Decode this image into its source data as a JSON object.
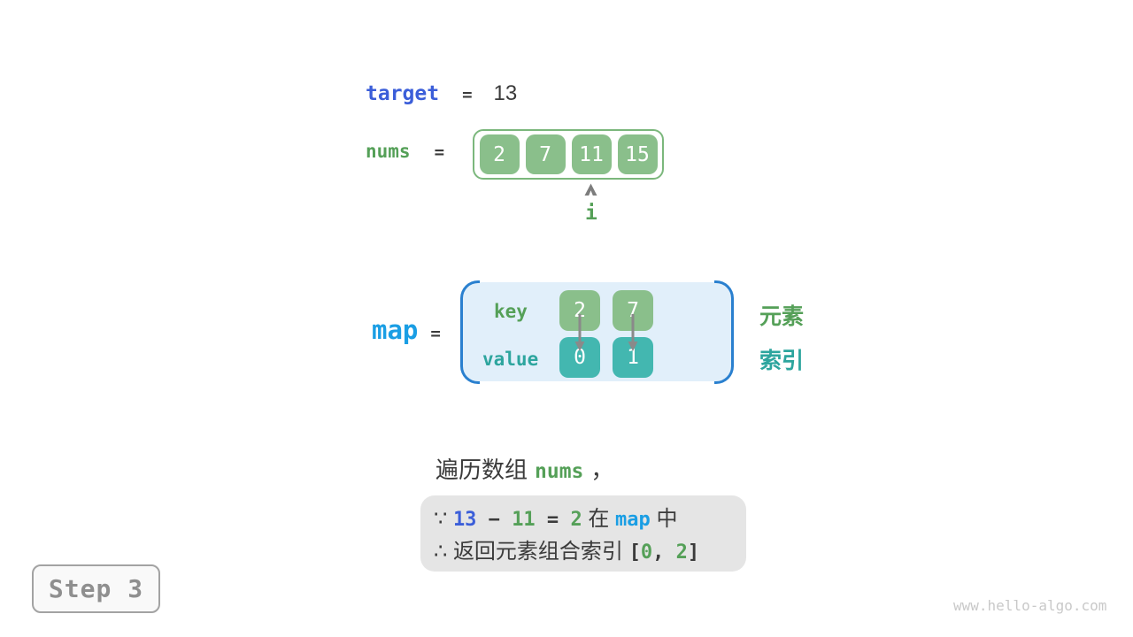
{
  "colors": {
    "blue": "#3b5ed9",
    "cyan": "#1a9ee4",
    "bracket": "#2a80cf",
    "green": "#55a058",
    "green-box": "#8abf8b",
    "green-border": "#7bb77c",
    "teal-box": "#43b7b0",
    "teal": "#2da59e",
    "dark": "#3b3b3b",
    "arrow-gray": "#8a8a8a",
    "map-fill": "#e1effa",
    "stmt-bg": "#e5e5e5",
    "watermark": "#c9c9c9"
  },
  "target_line": {
    "var": "target",
    "eq": "=",
    "value": "13"
  },
  "nums_line": {
    "var": "nums",
    "eq": "="
  },
  "nums_array": {
    "values": [
      "2",
      "7",
      "11",
      "15"
    ]
  },
  "pointer": {
    "label": "i",
    "index": 2
  },
  "map_line": {
    "var": "map",
    "eq": "="
  },
  "map": {
    "key_label": "key",
    "value_label": "value",
    "keys": [
      "2",
      "7"
    ],
    "values": [
      "0",
      "1"
    ]
  },
  "side_labels": {
    "element": "元素",
    "index": "索引"
  },
  "caption": [
    {
      "text": "遍历数组",
      "style": "dark"
    },
    {
      "text": "nums",
      "style": "green-code"
    },
    {
      "text": "，",
      "style": "dark"
    }
  ],
  "statement": {
    "line1": [
      {
        "text": "∵ ",
        "style": "dark"
      },
      {
        "text": "13",
        "style": "blue-code"
      },
      {
        "text": " − ",
        "style": "dark-code"
      },
      {
        "text": "11",
        "style": "green-code"
      },
      {
        "text": " = ",
        "style": "dark-code"
      },
      {
        "text": "2",
        "style": "green-code"
      },
      {
        "text": " 在 ",
        "style": "dark"
      },
      {
        "text": "map",
        "style": "cyan-code"
      },
      {
        "text": " 中",
        "style": "dark"
      }
    ],
    "line2": [
      {
        "text": "∴ 返回元素组合索引 ",
        "style": "dark"
      },
      {
        "text": "[",
        "style": "dark-code"
      },
      {
        "text": "0",
        "style": "green-code"
      },
      {
        "text": ", ",
        "style": "dark-code"
      },
      {
        "text": "2",
        "style": "green-code"
      },
      {
        "text": "]",
        "style": "dark-code"
      }
    ]
  },
  "step_badge": {
    "label": "Step 3"
  },
  "watermark": "www.hello-algo.com"
}
